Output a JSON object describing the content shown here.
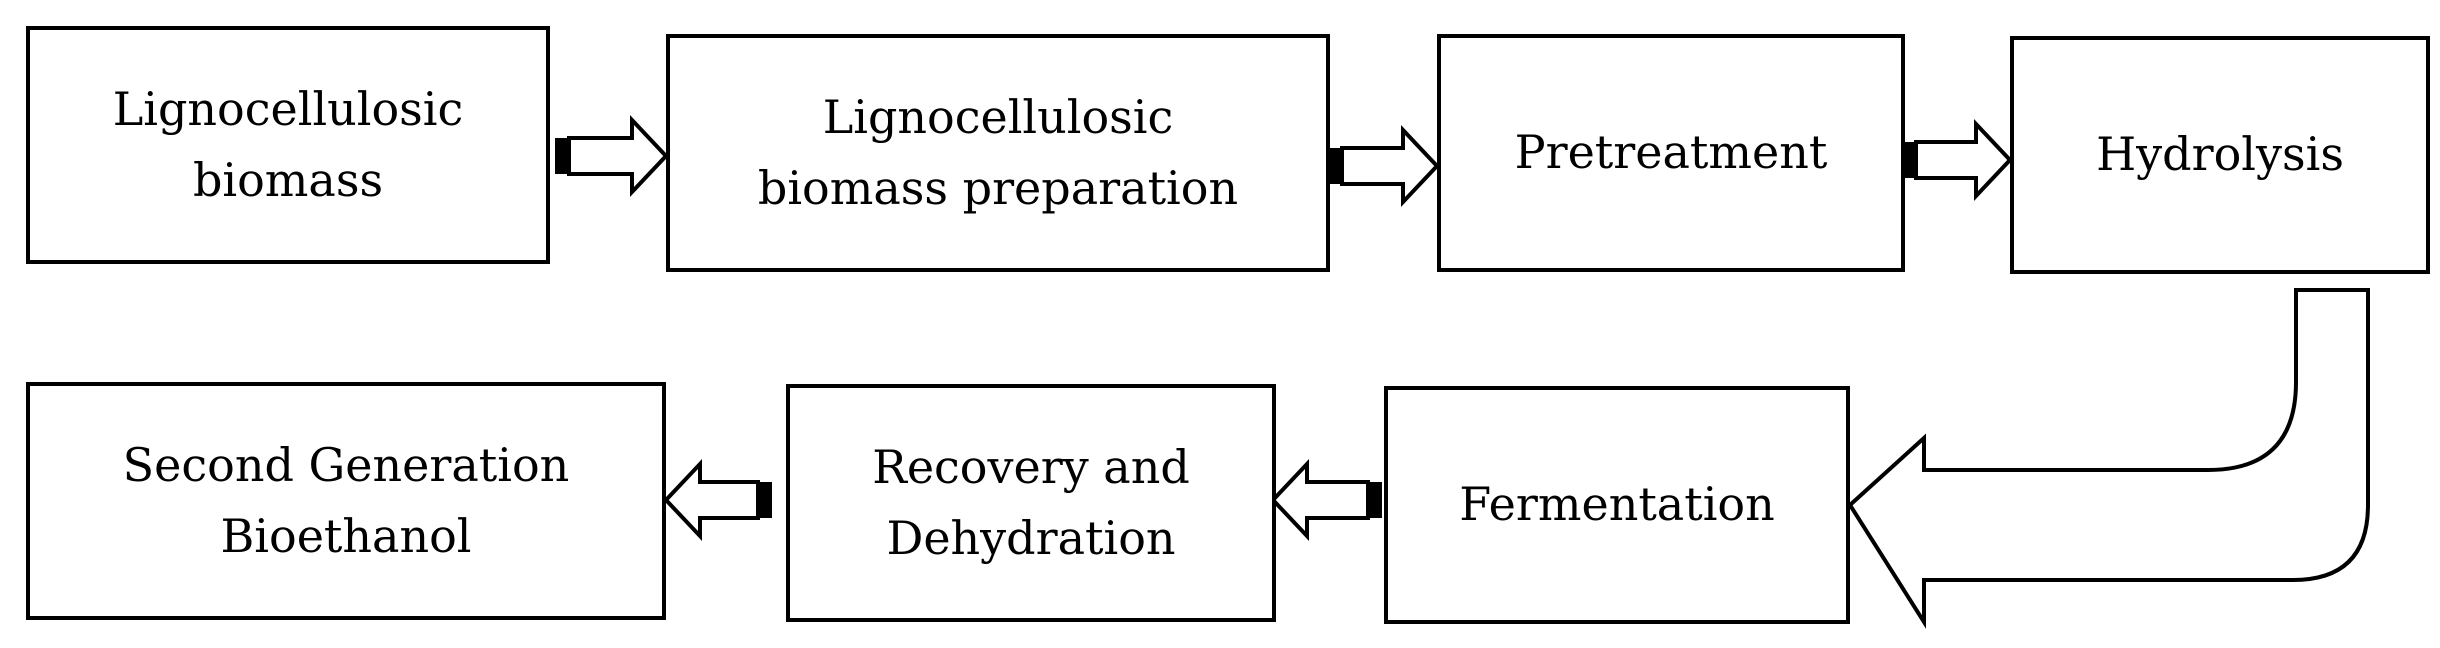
{
  "diagram": {
    "nodes": [
      {
        "id": "lignocellulosic-biomass",
        "lines": [
          "Lignocellulosic",
          "biomass"
        ]
      },
      {
        "id": "biomass-preparation",
        "lines": [
          "Lignocellulosic",
          "biomass preparation"
        ]
      },
      {
        "id": "pretreatment",
        "lines": [
          "Pretreatment"
        ]
      },
      {
        "id": "hydrolysis",
        "lines": [
          "Hydrolysis"
        ]
      },
      {
        "id": "fermentation",
        "lines": [
          "Fermentation"
        ]
      },
      {
        "id": "recovery-dehydration",
        "lines": [
          "Recovery and",
          "Dehydration"
        ]
      },
      {
        "id": "second-generation-bioethanol",
        "lines": [
          "Second Generation",
          "Bioethanol"
        ]
      }
    ],
    "edges": [
      {
        "from": "lignocellulosic-biomass",
        "to": "biomass-preparation"
      },
      {
        "from": "biomass-preparation",
        "to": "pretreatment"
      },
      {
        "from": "pretreatment",
        "to": "hydrolysis"
      },
      {
        "from": "hydrolysis",
        "to": "fermentation"
      },
      {
        "from": "fermentation",
        "to": "recovery-dehydration"
      },
      {
        "from": "recovery-dehydration",
        "to": "second-generation-bioethanol"
      }
    ],
    "colors": {
      "stroke": "#000000",
      "fill": "#ffffff",
      "text": "#000000"
    }
  }
}
